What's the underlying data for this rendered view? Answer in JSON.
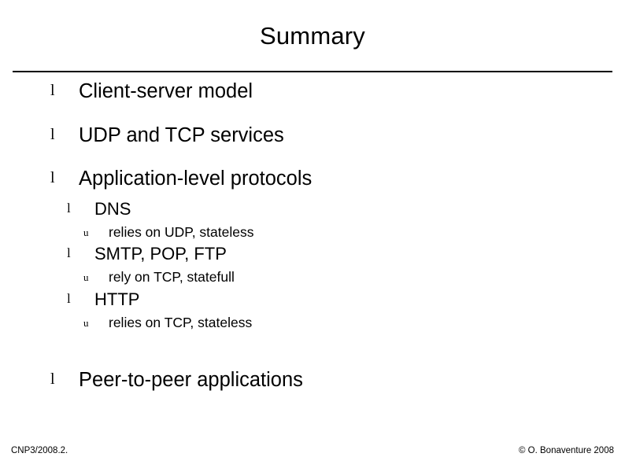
{
  "slide": {
    "title": "Summary",
    "bullets": [
      {
        "level": 1,
        "text": "Client-server model",
        "bullet_glyph": "l"
      },
      {
        "level": 1,
        "text": "UDP and TCP services",
        "bullet_glyph": "l"
      },
      {
        "level": 1,
        "text": "Application-level protocols",
        "bullet_glyph": "l"
      },
      {
        "level": 2,
        "text": "DNS",
        "bullet_glyph": "l"
      },
      {
        "level": 3,
        "text": "relies on UDP, stateless",
        "bullet_glyph": "u"
      },
      {
        "level": 2,
        "text": "SMTP, POP, FTP",
        "bullet_glyph": "l"
      },
      {
        "level": 3,
        "text": "rely on TCP, statefull",
        "bullet_glyph": "u"
      },
      {
        "level": 2,
        "text": "HTTP",
        "bullet_glyph": "l"
      },
      {
        "level": 3,
        "text": "relies on TCP, stateless",
        "bullet_glyph": "u"
      },
      {
        "level": 1,
        "text": "Peer-to-peer applications",
        "bullet_glyph": "l"
      }
    ]
  },
  "footer": {
    "left": "CNP3/2008.2.",
    "right": "© O. Bonaventure 2008"
  }
}
